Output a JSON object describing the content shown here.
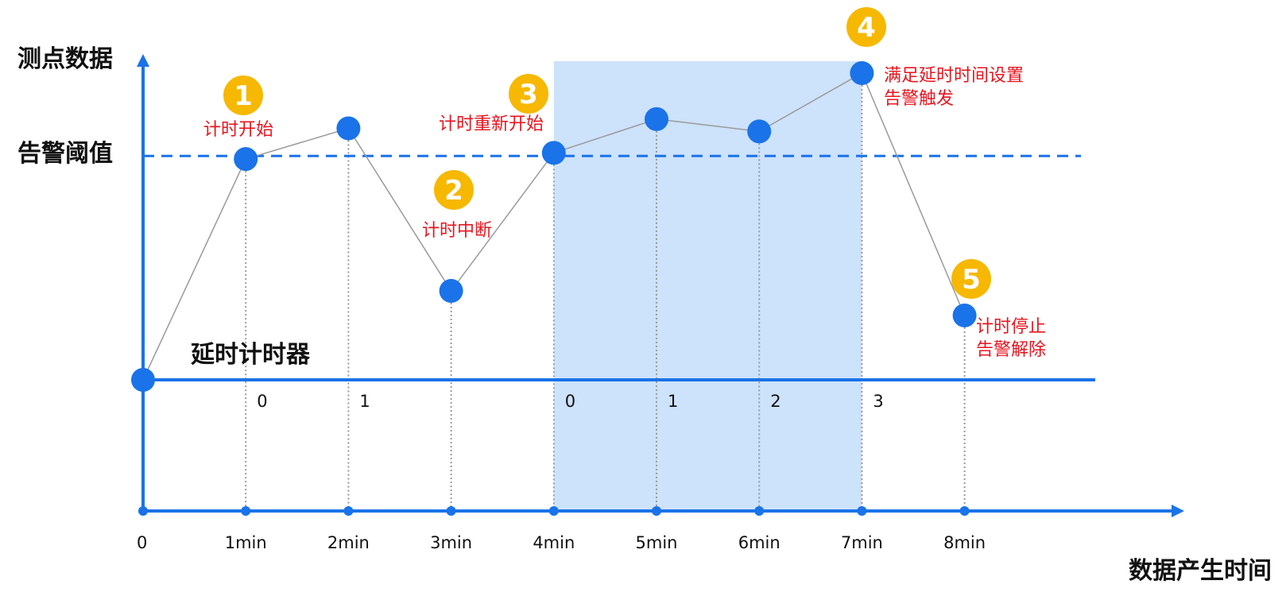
{
  "chart_data": {
    "type": "line",
    "ylabel": "测点数据",
    "xlabel": "数据产生时间",
    "threshold_label": "告警阈值",
    "timer_label": "延时计时器",
    "x_ticks": [
      "0",
      "1min",
      "2min",
      "3min",
      "4min",
      "5min",
      "6min",
      "7min",
      "8min"
    ],
    "series": [
      {
        "values": [
          0.0,
          0.72,
          0.82,
          0.29,
          0.74,
          0.85,
          0.81,
          1.0,
          0.21
        ]
      }
    ],
    "threshold": 0.73,
    "highlight_range": [
      4,
      7
    ],
    "timer_counters": [
      {
        "x": 1,
        "text": "0"
      },
      {
        "x": 2,
        "text": "1"
      },
      {
        "x": 4,
        "text": "0"
      },
      {
        "x": 5,
        "text": "1"
      },
      {
        "x": 6,
        "text": "2"
      },
      {
        "x": 7,
        "text": "3"
      }
    ],
    "annotations": [
      {
        "number": "1",
        "x": 1,
        "lines": [
          "计时开始"
        ]
      },
      {
        "number": "2",
        "x": 3,
        "lines": [
          "计时中断"
        ]
      },
      {
        "number": "3",
        "x": 4,
        "lines": [
          "计时重新开始"
        ]
      },
      {
        "number": "4",
        "x": 7,
        "lines": [
          "满足延时时间设置",
          "告警触发"
        ]
      },
      {
        "number": "5",
        "x": 8,
        "lines": [
          "计时停止",
          "告警解除"
        ]
      }
    ],
    "colors": {
      "axis": "#1a73e8",
      "point": "#1a73e8",
      "line": "#9a9a9a",
      "threshold": "#1a73e8",
      "highlight": "#cde2fb",
      "badge": "#f6b800",
      "callout": "#e8141e"
    }
  }
}
